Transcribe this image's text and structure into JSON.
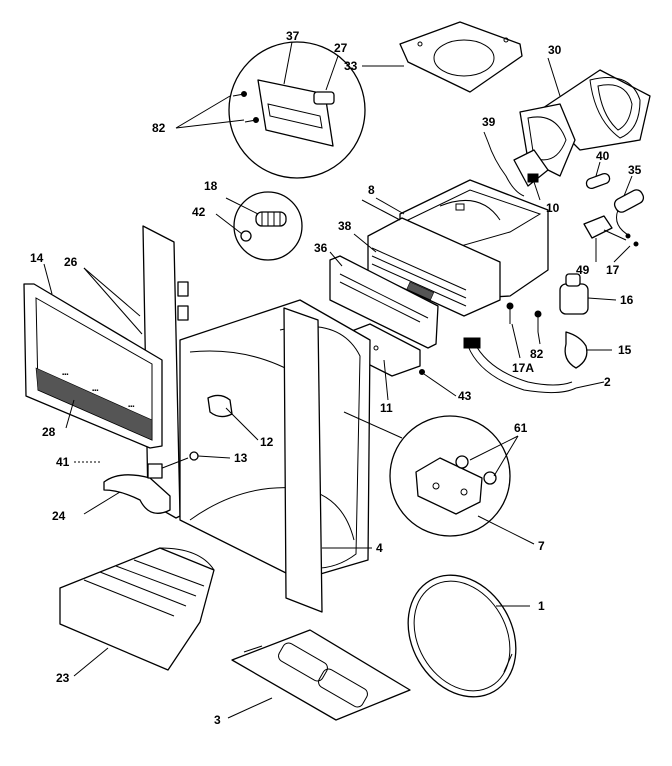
{
  "callouts": {
    "c1": "1",
    "c2": "2",
    "c3": "3",
    "c4": "4",
    "c7": "7",
    "c8": "8",
    "c10": "10",
    "c11": "11",
    "c12": "12",
    "c13": "13",
    "c14": "14",
    "c15": "15",
    "c16": "16",
    "c17a": "17",
    "c17b": "17",
    "c17A": "17A",
    "c18": "18",
    "c23": "23",
    "c24": "24",
    "c26": "26",
    "c27": "27",
    "c28": "28",
    "c30": "30",
    "c33": "33",
    "c35": "35",
    "c36": "36",
    "c37": "37",
    "c38": "38",
    "c39": "39",
    "c40": "40",
    "c41": "41",
    "c42": "42",
    "c43": "43",
    "c49": "49",
    "c61": "61",
    "c82a": "82",
    "c82b": "82"
  }
}
